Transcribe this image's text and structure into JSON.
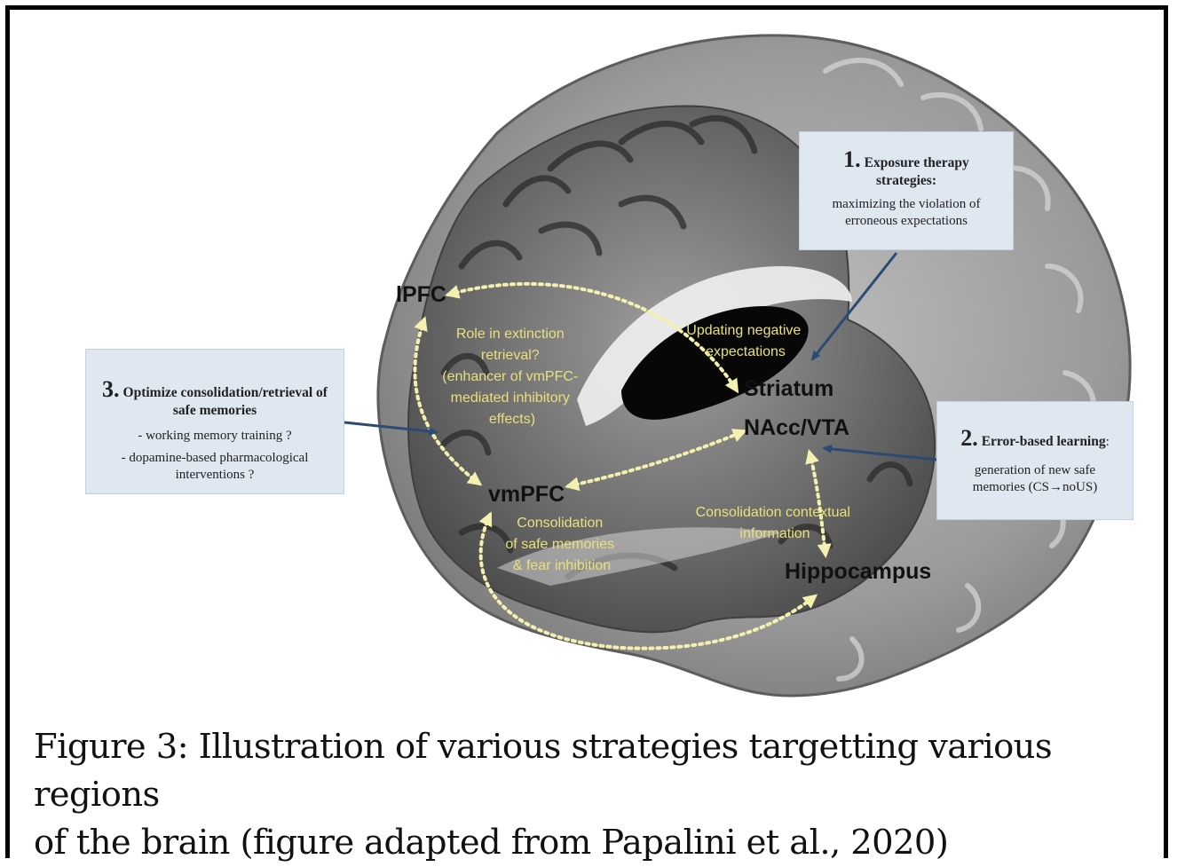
{
  "regions": {
    "lpfc": "lPFC",
    "striatum": "Striatum",
    "nacc": "NAcc/VTA",
    "vmpfc": "vmPFC",
    "hippocampus": "Hippocampus"
  },
  "annotations": {
    "extinction": [
      "Role in extinction",
      "retrieval?",
      "(enhancer of vmPFC-",
      "mediated inhibitory",
      "effects)"
    ],
    "updating": [
      "Updating negative",
      "expectations"
    ],
    "consolidation_safe": [
      "Consolidation",
      "of safe memories",
      "& fear inhibition"
    ],
    "consolidation_context": [
      "Consolidation contextual",
      "information"
    ]
  },
  "boxes": {
    "exposure": {
      "number": "1.",
      "title_line1": "Exposure therapy",
      "title_line2": "strategies:",
      "body_line1": "maximizing the violation of",
      "body_line2": "erroneous expectations"
    },
    "error": {
      "number": "2.",
      "title": "Error-based learning",
      "colon": ":",
      "body_line1": "generation of new safe",
      "body_line2": "memories (CS→noUS)"
    },
    "optimize": {
      "number": "3.",
      "title_line1": "Optimize consolidation/retrieval of",
      "title_line2": "safe memories",
      "body_line1": "- working memory training ?",
      "body_line2": "- dopamine-based pharmacological",
      "body_line3": "interventions ?"
    }
  },
  "caption": {
    "line1": "Figure 3: Illustration of various strategies targetting various regions",
    "line2": "of the brain (figure adapted from Papalini et al., 2020)"
  },
  "colors": {
    "annotation": "#e8e07a",
    "region_label": "#111111",
    "box_bg": "#dfe7f1",
    "arrow": "#2b4a75",
    "dotted": "#f4f0b0"
  }
}
